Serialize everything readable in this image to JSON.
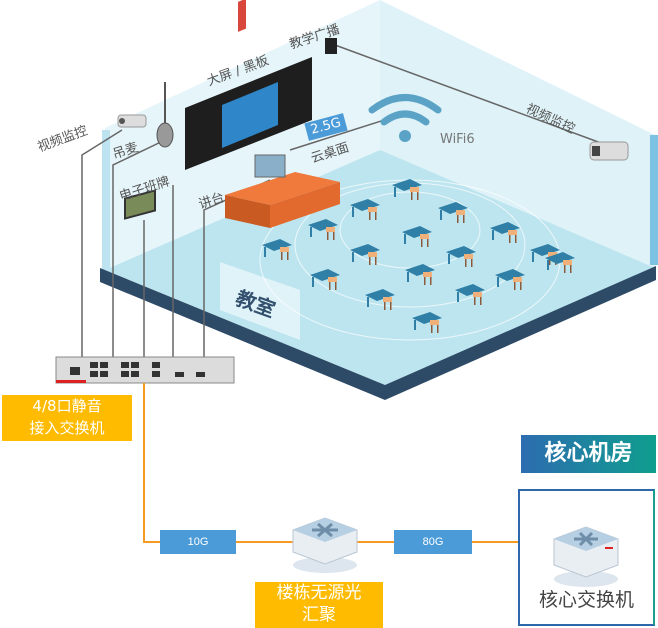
{
  "room": {
    "name": "教室",
    "devices": {
      "camera_left": "视频监控",
      "mic": "吊麦",
      "board": "大屏 / 黑板",
      "broadcast": "教学广播",
      "class_sign": "电子班牌",
      "podium": "讲台",
      "cloud_desktop": "云桌面",
      "cloud_speed": "2.5G",
      "wifi": "WiFi6",
      "camera_right": "视频监控"
    }
  },
  "access_switch": {
    "label_line1": "4/8口静音",
    "label_line2": "接入交换机"
  },
  "links": [
    {
      "speed": "10G"
    },
    {
      "speed": "80G"
    }
  ],
  "aggregation": {
    "label_line1": "楼栋无源光",
    "label_line2": "汇聚"
  },
  "core": {
    "room_title": "核心机房",
    "switch_label": "核心交换机"
  },
  "colors": {
    "link_orange": "#f59a23",
    "speed_blue": "#4a9bd8",
    "label_yellow": "#ffbb00",
    "floor_edge": "#2d4a66",
    "wall": "#e4f4f9",
    "floor": "#bfe5ef"
  }
}
